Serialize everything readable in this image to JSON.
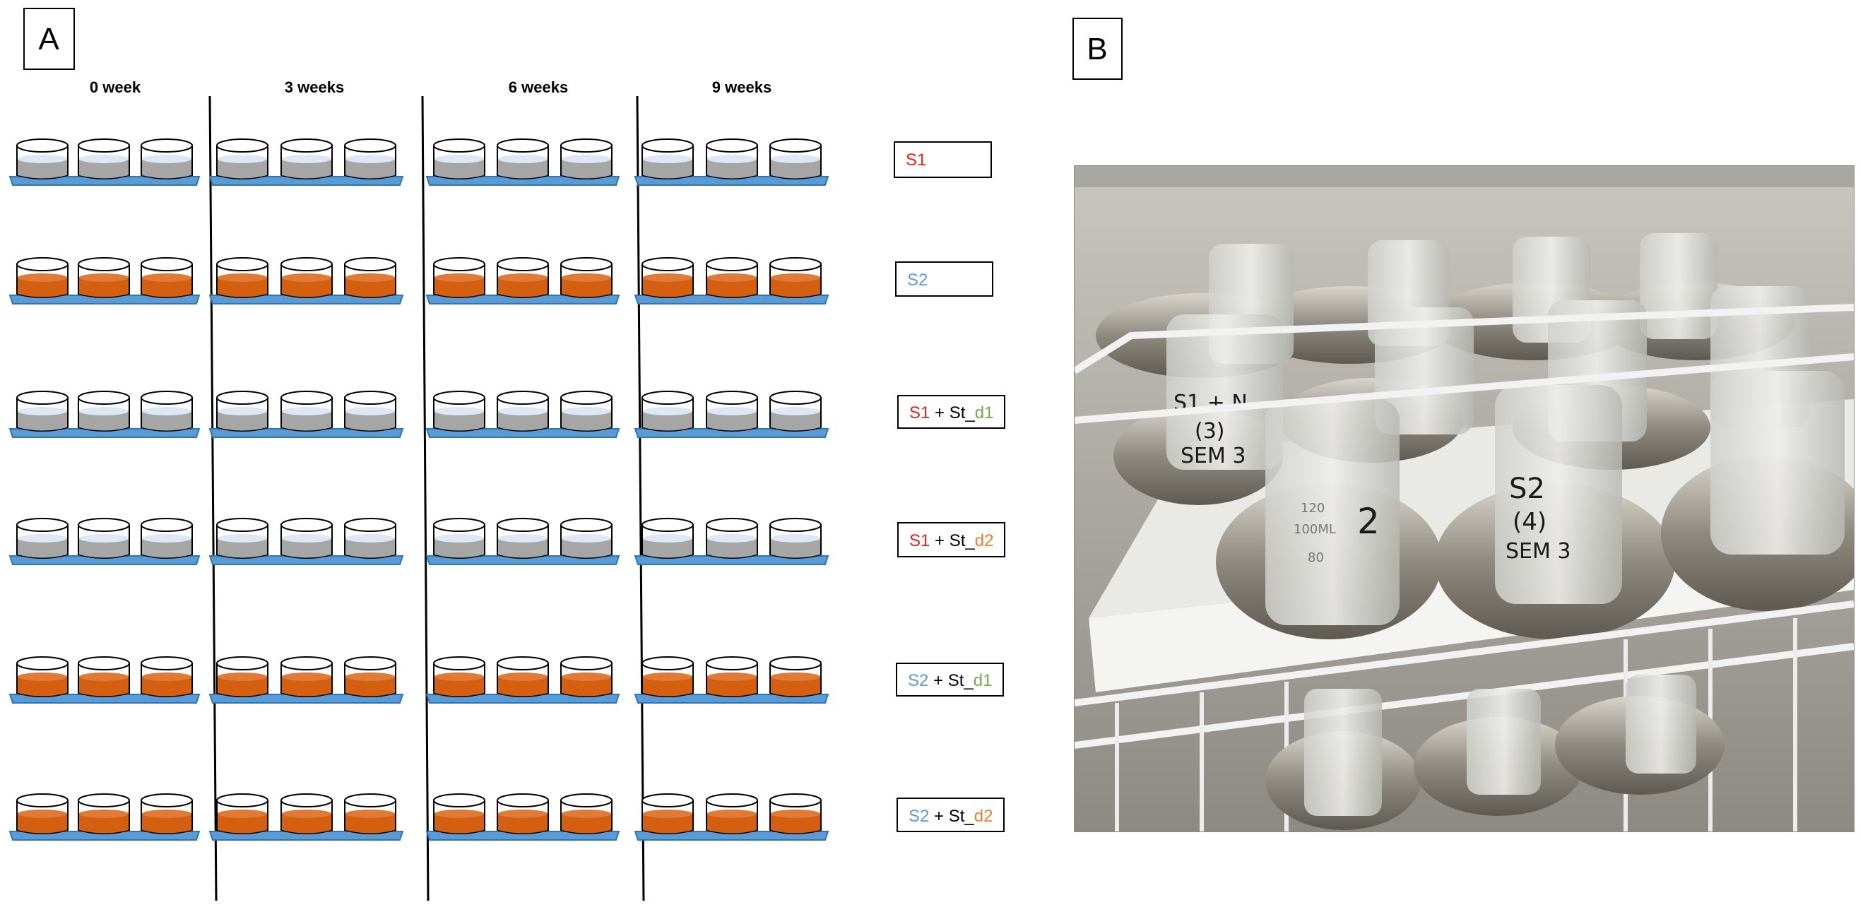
{
  "panel_a": {
    "label": "A",
    "timepoints": [
      "0 week",
      "3 weeks",
      "6 weeks",
      "9 weeks"
    ],
    "rows": [
      {
        "liquid": "grey",
        "parts": [
          {
            "text": "S1",
            "color": "#e0241b"
          }
        ]
      },
      {
        "liquid": "orange",
        "parts": [
          {
            "text": "S2",
            "color": "#5b9bd5"
          }
        ]
      },
      {
        "liquid": "grey",
        "parts": [
          {
            "text": "S1",
            "color": "#e0241b"
          },
          {
            "text": " + St_",
            "color": "#000000"
          },
          {
            "text": "d1",
            "color": "#70ad47"
          }
        ]
      },
      {
        "liquid": "grey",
        "parts": [
          {
            "text": "S1",
            "color": "#e0241b"
          },
          {
            "text": " + St_",
            "color": "#000000"
          },
          {
            "text": "d2",
            "color": "#ed7d31"
          }
        ]
      },
      {
        "liquid": "orange",
        "parts": [
          {
            "text": "S2",
            "color": "#5b9bd5"
          },
          {
            "text": " + St_",
            "color": "#000000"
          },
          {
            "text": "d1",
            "color": "#70ad47"
          }
        ]
      },
      {
        "liquid": "orange",
        "parts": [
          {
            "text": "S2",
            "color": "#5b9bd5"
          },
          {
            "text": " + St_",
            "color": "#000000"
          },
          {
            "text": "d2",
            "color": "#ed7d31"
          }
        ]
      }
    ],
    "colors": {
      "grey_liquid": "#a6a6a6",
      "orange_liquid": "#d45f10",
      "tray": "#5b9bd5",
      "tray_edge": "#2e75b6",
      "beaker_top": "#dce9f5"
    }
  },
  "panel_b": {
    "label": "B",
    "beaker_labels": [
      "S1 + N",
      "(3)",
      "SEM 3",
      "S2",
      "(4)",
      "SEM 3",
      "2",
      "100ML",
      "80",
      "120"
    ]
  }
}
